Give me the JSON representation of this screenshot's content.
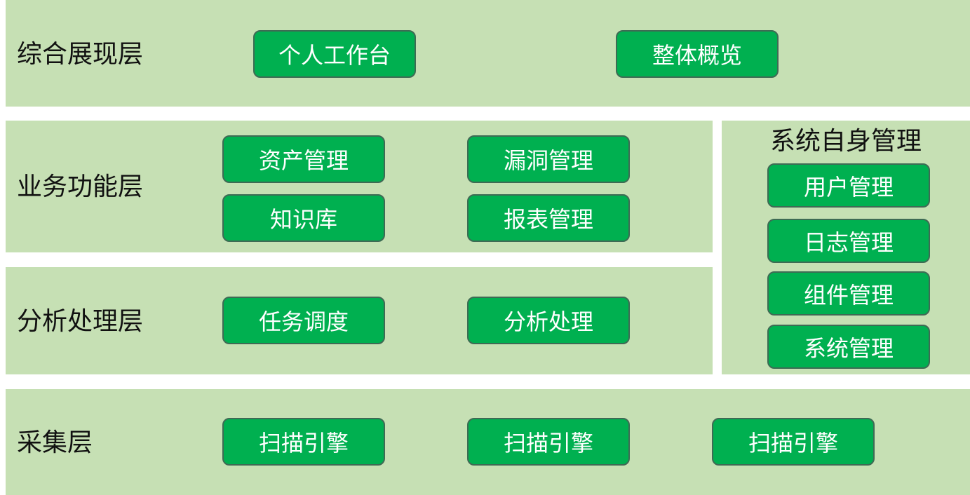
{
  "colors": {
    "band": "#c6e0b4",
    "box_fill": "#00b050",
    "box_border": "#3e6b54",
    "box_text": "#ffffff",
    "title_text": "#111111"
  },
  "presentation_layer": {
    "title": "综合展现层",
    "items": [
      "个人工作台",
      "整体概览"
    ]
  },
  "business_layer": {
    "title": "业务功能层",
    "items": [
      "资产管理",
      "漏洞管理",
      "知识库",
      "报表管理"
    ]
  },
  "analysis_layer": {
    "title": "分析处理层",
    "items": [
      "任务调度",
      "分析处理"
    ]
  },
  "system_panel": {
    "title": "系统自身管理",
    "items": [
      "用户管理",
      "日志管理",
      "组件管理",
      "系统管理"
    ]
  },
  "collection_layer": {
    "title": "采集层",
    "items": [
      "扫描引擎",
      "扫描引擎",
      "扫描引擎"
    ]
  }
}
